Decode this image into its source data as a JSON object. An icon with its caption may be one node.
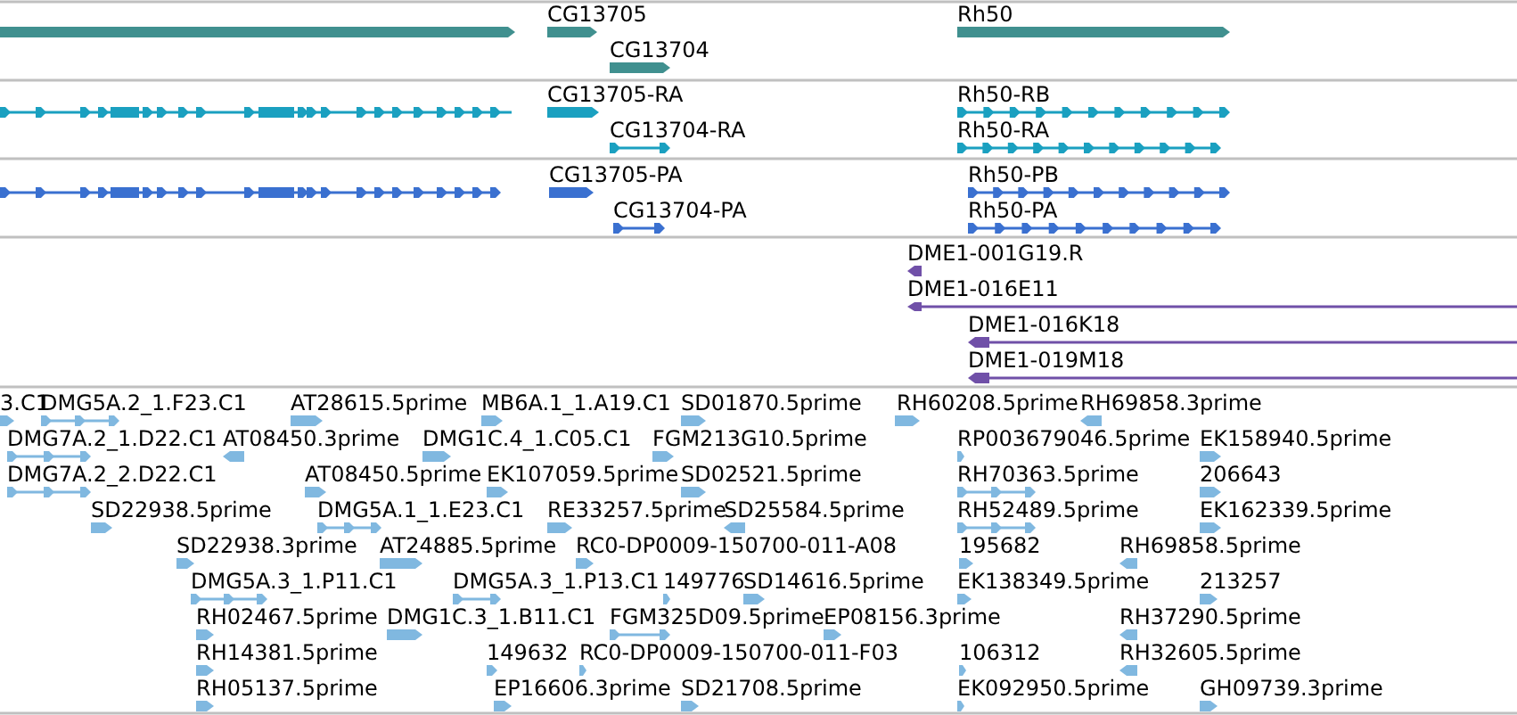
{
  "diagram": {
    "labels": [
      "CG13705",
      "Rh50",
      "CG13704",
      "CG13705-RA",
      "Rh50-RB",
      "CG13704-RA",
      "Rh50-RA",
      "CG13705-PA",
      "Rh50-PB",
      "CG13704-PA",
      "Rh50-PA",
      "DME1-001G19.R",
      "DME1-016E11",
      "DME1-016K18",
      "DME1-019M18",
      "3.C1",
      "DMG5A.2_1.F23.C1",
      "AT28615.5prime",
      "MB6A.1_1.A19.C1",
      "SD01870.5prime",
      "RH60208.5prime",
      "RH69858.3prime",
      "DMG7A.2_1.D22.C1",
      "AT08450.3prime",
      "DMG1C.4_1.C05.C1",
      "FGM213G10.5prime",
      "RP003679046.5prime",
      "EK158940.5prime",
      "DMG7A.2_2.D22.C1",
      "AT08450.5prime",
      "EK107059.5prime",
      "SD02521.5prime",
      "RH70363.5prime",
      "206643",
      "SD22938.5prime",
      "DMG5A.1_1.E23.C1",
      "RE33257.5prime",
      "SD25584.5prime",
      "RH52489.5prime",
      "EK162339.5prime",
      "SD22938.3prime",
      "AT24885.5prime",
      "RC0-DP0009-150700-011-A08",
      "195682",
      "RH69858.5prime",
      "DMG5A.3_1.P11.C1",
      "DMG5A.3_1.P13.C1",
      "149776",
      "SD14616.5prime",
      "EK138349.5prime",
      "213257",
      "RH02467.5prime",
      "DMG1C.3_1.B11.C1",
      "FGM325D09.5prime",
      "EP08156.3prime",
      "RH37290.5prime",
      "RH14381.5prime",
      "149632",
      "RC0-DP0009-150700-011-F03",
      "106312",
      "RH32605.5prime",
      "RH05137.5prime",
      "EP16606.3prime",
      "SD21708.5prime",
      "EK092950.5prime",
      "GH09739.3prime"
    ]
  }
}
